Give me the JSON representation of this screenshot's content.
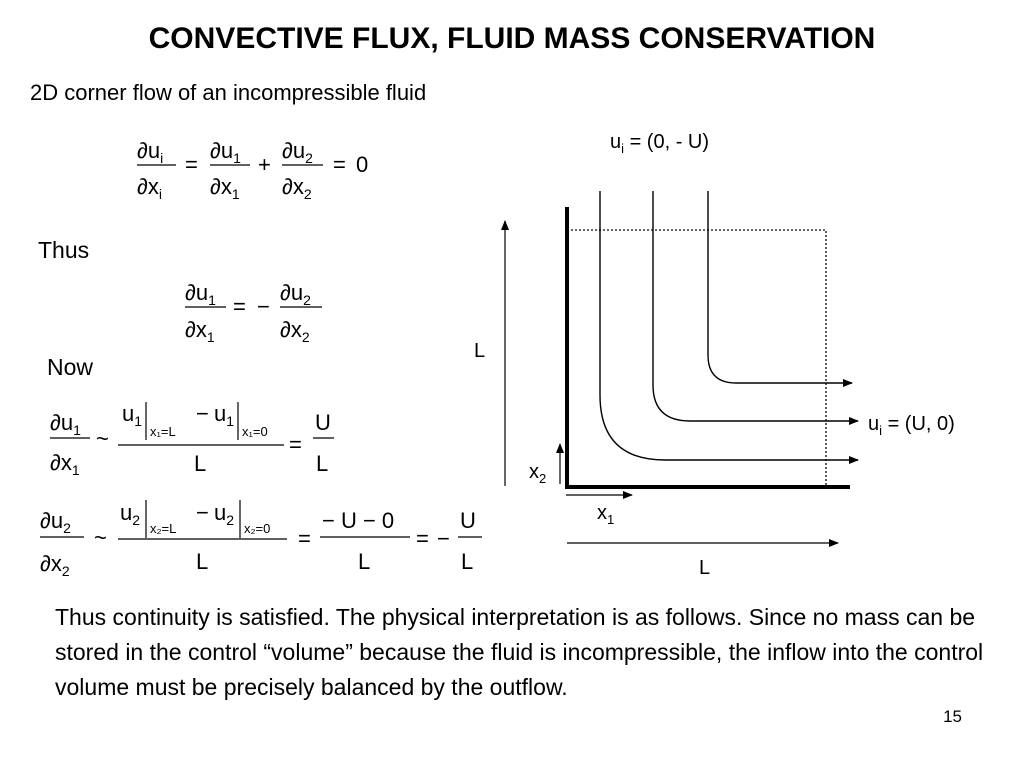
{
  "slide": {
    "title": "CONVECTIVE FLUX, FLUID MASS CONSERVATION",
    "subtitle": "2D corner flow of an incompressible fluid",
    "thus_label": "Thus",
    "now_label": "Now",
    "body": "Thus continuity is satisfied.  The physical interpretation is as follows. Since no mass can be stored in the control “volume” because the fluid is incompressible, the inflow into the control volume must be precisely balanced by the outflow.",
    "page_number": "15"
  },
  "diagram": {
    "inflow_label_main": "u",
    "inflow_label_sub": "i",
    "inflow_label_value": " = (0, - U)",
    "outflow_label_main": "u",
    "outflow_label_sub": "i",
    "outflow_label_value": " = (U, 0)",
    "height_label": "L",
    "width_label": "L",
    "x1_main": "x",
    "x1_sub": "1",
    "x2_main": "x",
    "x2_sub": "2"
  },
  "equations": {
    "partial": "∂",
    "u": "u",
    "x": "x",
    "U": "U",
    "L": "L",
    "i": "i",
    "one": "1",
    "two": "2",
    "zero": "0",
    "equals": "=",
    "plus": "+",
    "minus": "−",
    "tilde": "~",
    "x1_eq_L": "x₁=L",
    "x1_eq_0": "x₁=0",
    "x2_eq_L": "x₂=L",
    "x2_eq_0": "x₂=0",
    "minus_U_minus_0": "− U − 0"
  }
}
